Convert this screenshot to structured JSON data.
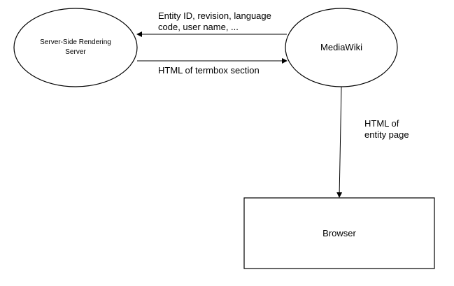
{
  "nodes": {
    "ssr": {
      "label_line1": "Server-Side Rendering",
      "label_line2": "Server"
    },
    "mediawiki": {
      "label": "MediaWiki"
    },
    "browser": {
      "label": "Browser"
    }
  },
  "edges": {
    "request": {
      "line1": "Entity ID, revision, language",
      "line2": "code, user name, ..."
    },
    "response": {
      "label": "HTML of termbox section"
    },
    "page": {
      "line1": "HTML of",
      "line2": "entity page"
    }
  },
  "colors": {
    "stroke": "#000000",
    "background": "#ffffff"
  }
}
